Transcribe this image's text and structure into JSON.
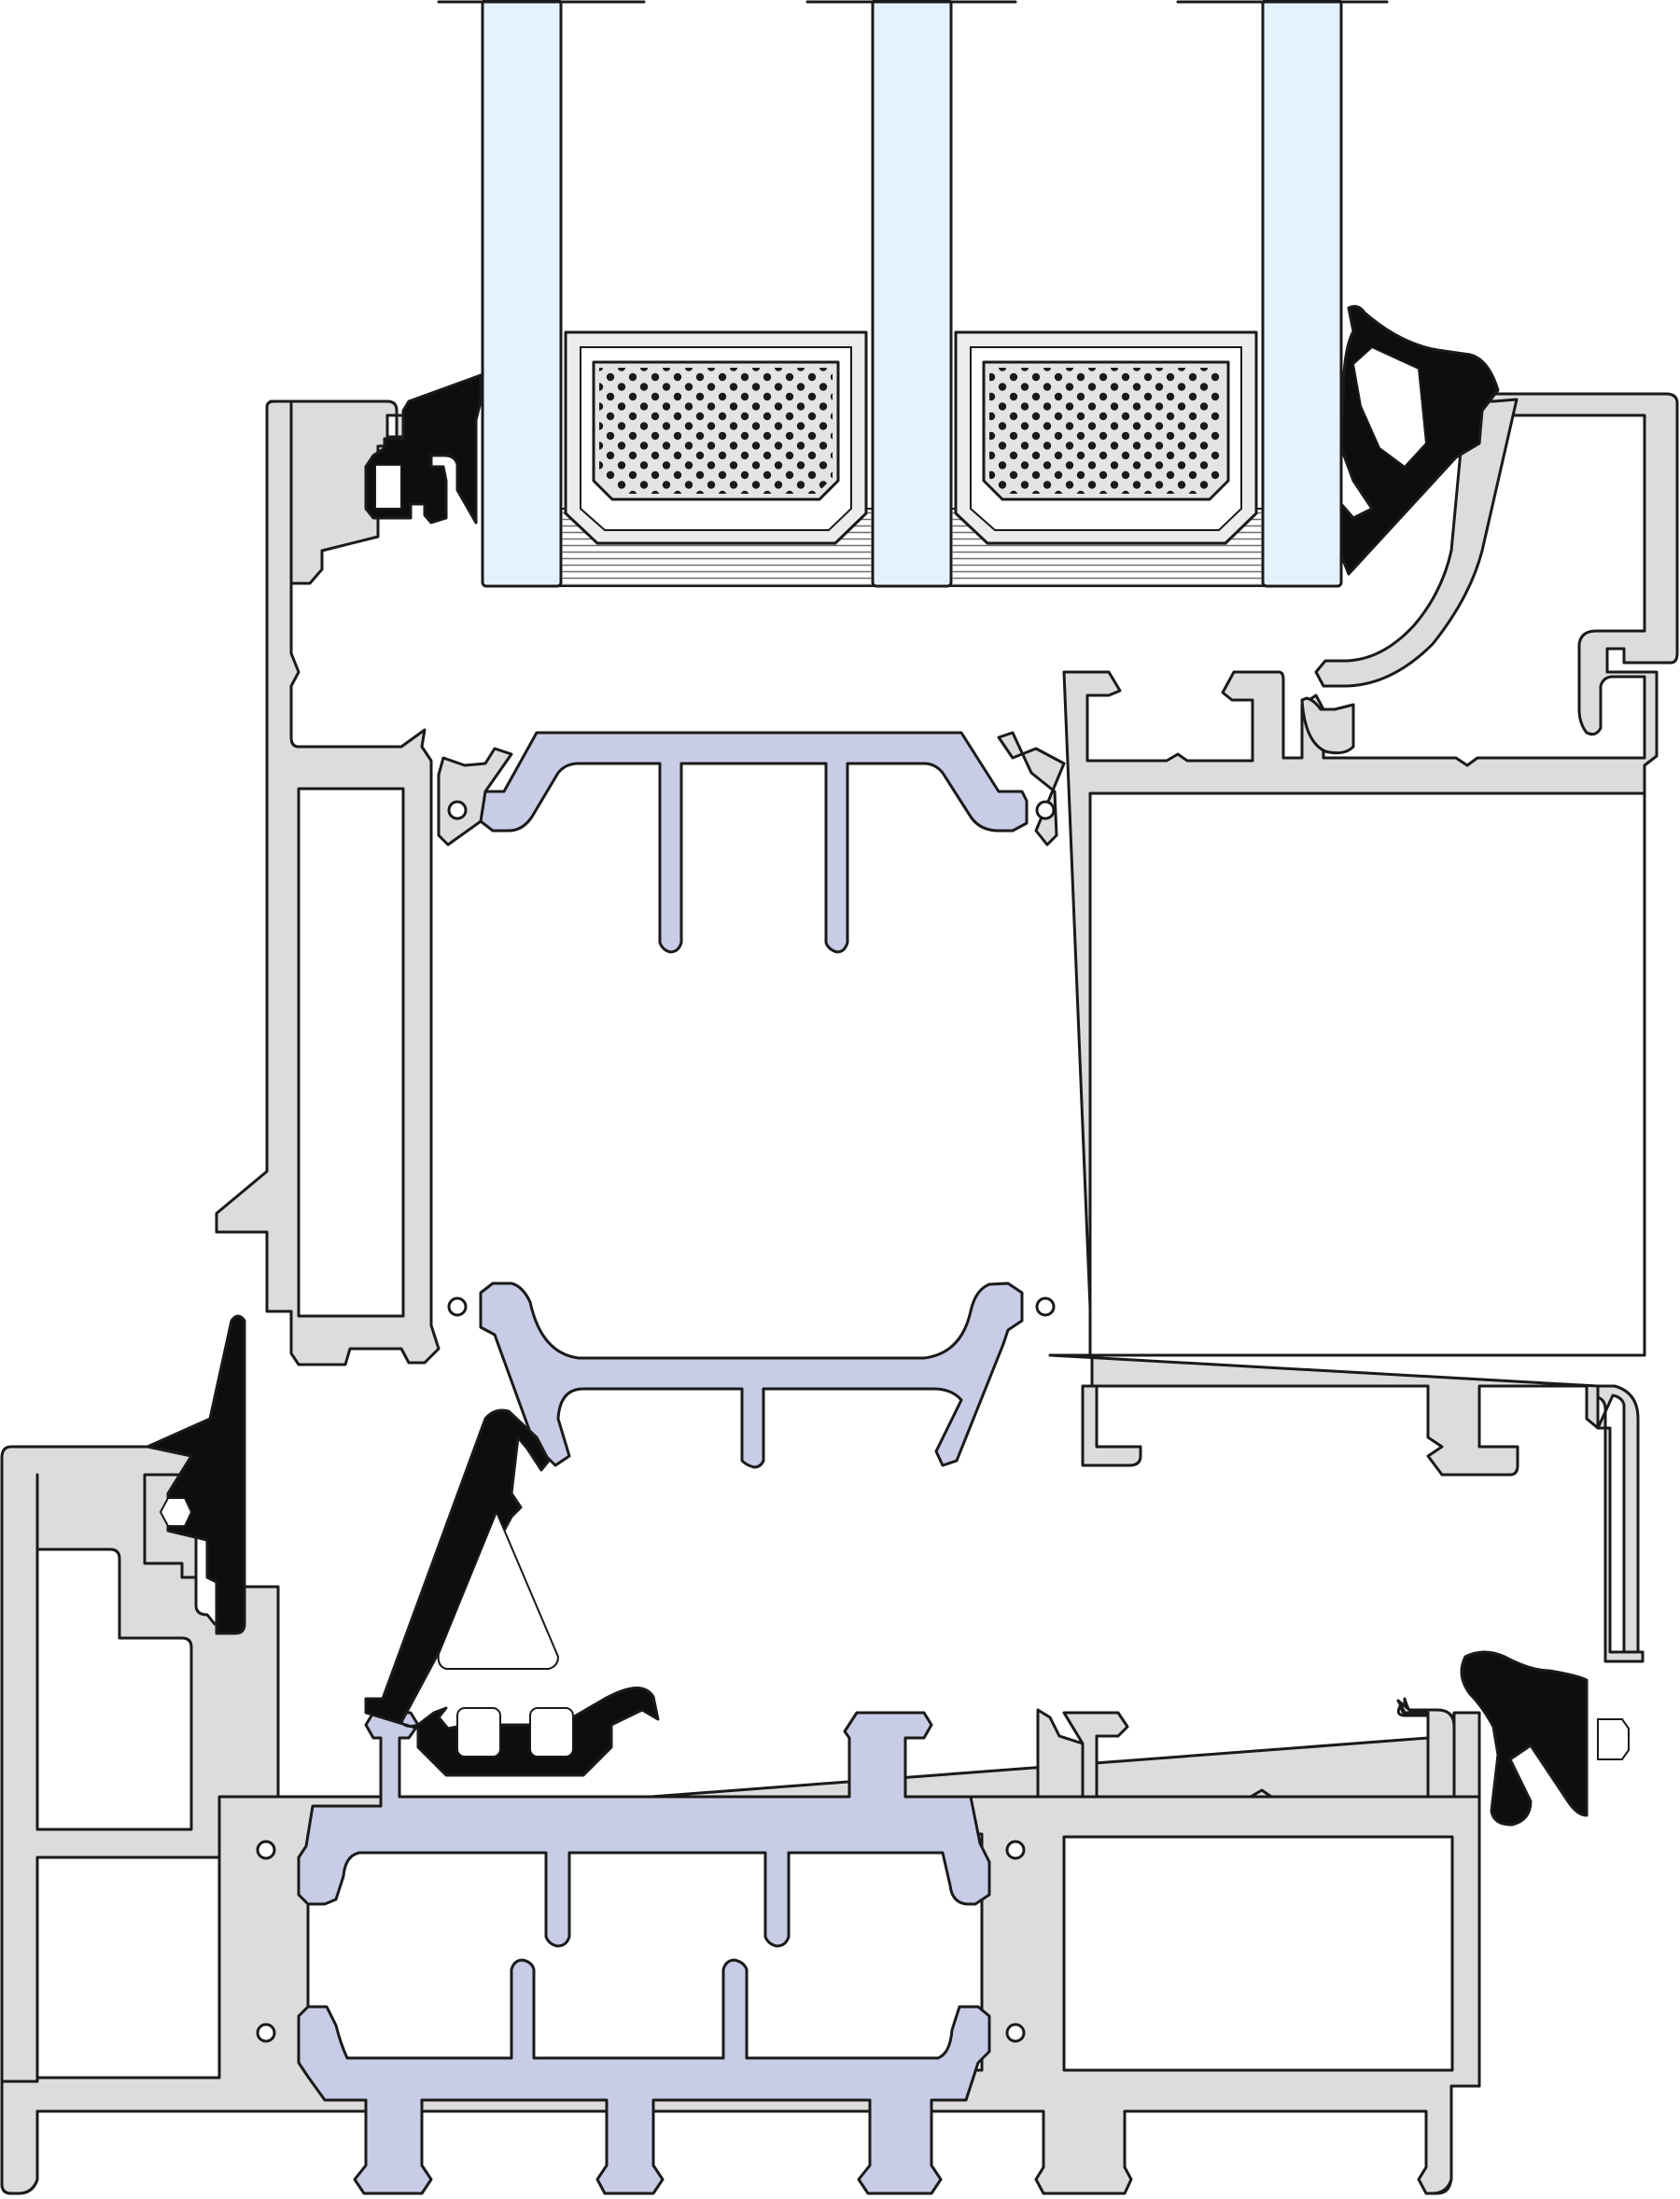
{
  "colors": {
    "aluminium": "#dcdcdc",
    "thermal_break": "#c9cce6",
    "glass": "#e3f2fc",
    "gasket": "#0e0e0e",
    "spacer": "#ececec",
    "desiccant": "#e4e4e4",
    "sealant_lines": "#8a8a8a",
    "outline": "#1a1a1a",
    "background": "#ffffff"
  },
  "icons": {
    "glazing": "triple-glazing-panes",
    "spacers": "desiccant-spacer-bars",
    "gaskets": "epdm-gaskets",
    "thermal_break": "polyamide-thermal-break-strips",
    "frame": "aluminium-profile-sections"
  },
  "glazing": {
    "pane_count": 3,
    "spacer_count": 2
  }
}
